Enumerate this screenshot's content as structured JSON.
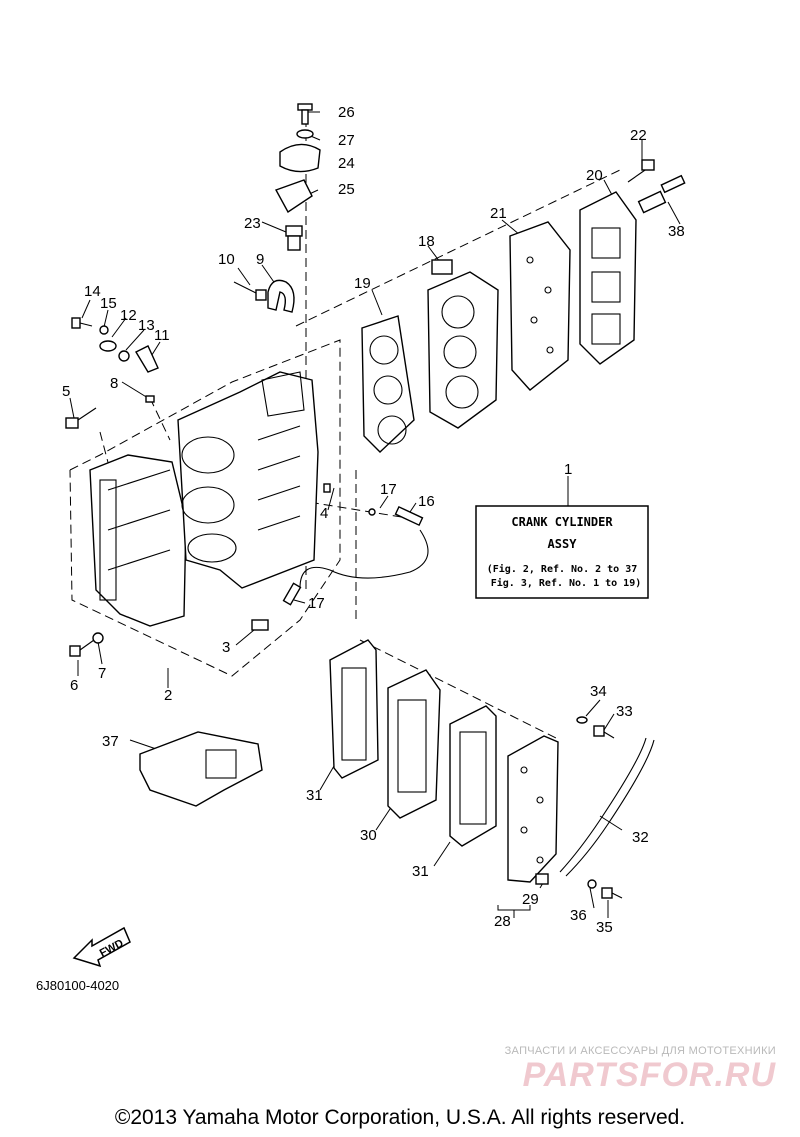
{
  "figure_code": "6J80100-4020",
  "info_box": {
    "line1": "CRANK CYLINDER",
    "line2": "ASSY",
    "line3": "(Fig. 2, Ref. No. 2 to 37",
    "line4": "Fig. 3, Ref. No. 1 to 19)"
  },
  "fwd_label": "FWD",
  "watermark": {
    "tagline": "ЗАПЧАСТИ И АКСЕССУАРЫ ДЛЯ МОТОТЕХНИКИ",
    "logo": "PARTSFOR.RU"
  },
  "copyright": "©2013 Yamaha Motor Corporation, U.S.A. All rights reserved.",
  "callouts": {
    "c1": "1",
    "c2": "2",
    "c3": "3",
    "c4": "4",
    "c5": "5",
    "c6": "6",
    "c7": "7",
    "c8": "8",
    "c9": "9",
    "c10": "10",
    "c11": "11",
    "c12": "12",
    "c13": "13",
    "c14": "14",
    "c15": "15",
    "c16": "16",
    "c17a": "17",
    "c17b": "17",
    "c18": "18",
    "c19": "19",
    "c20": "20",
    "c21": "21",
    "c22": "22",
    "c23": "23",
    "c24": "24",
    "c25": "25",
    "c26": "26",
    "c27": "27",
    "c28": "28",
    "c29": "29",
    "c30": "30",
    "c31a": "31",
    "c31b": "31",
    "c32": "32",
    "c33": "33",
    "c34": "34",
    "c35": "35",
    "c36": "36",
    "c37": "37",
    "c38": "38"
  }
}
